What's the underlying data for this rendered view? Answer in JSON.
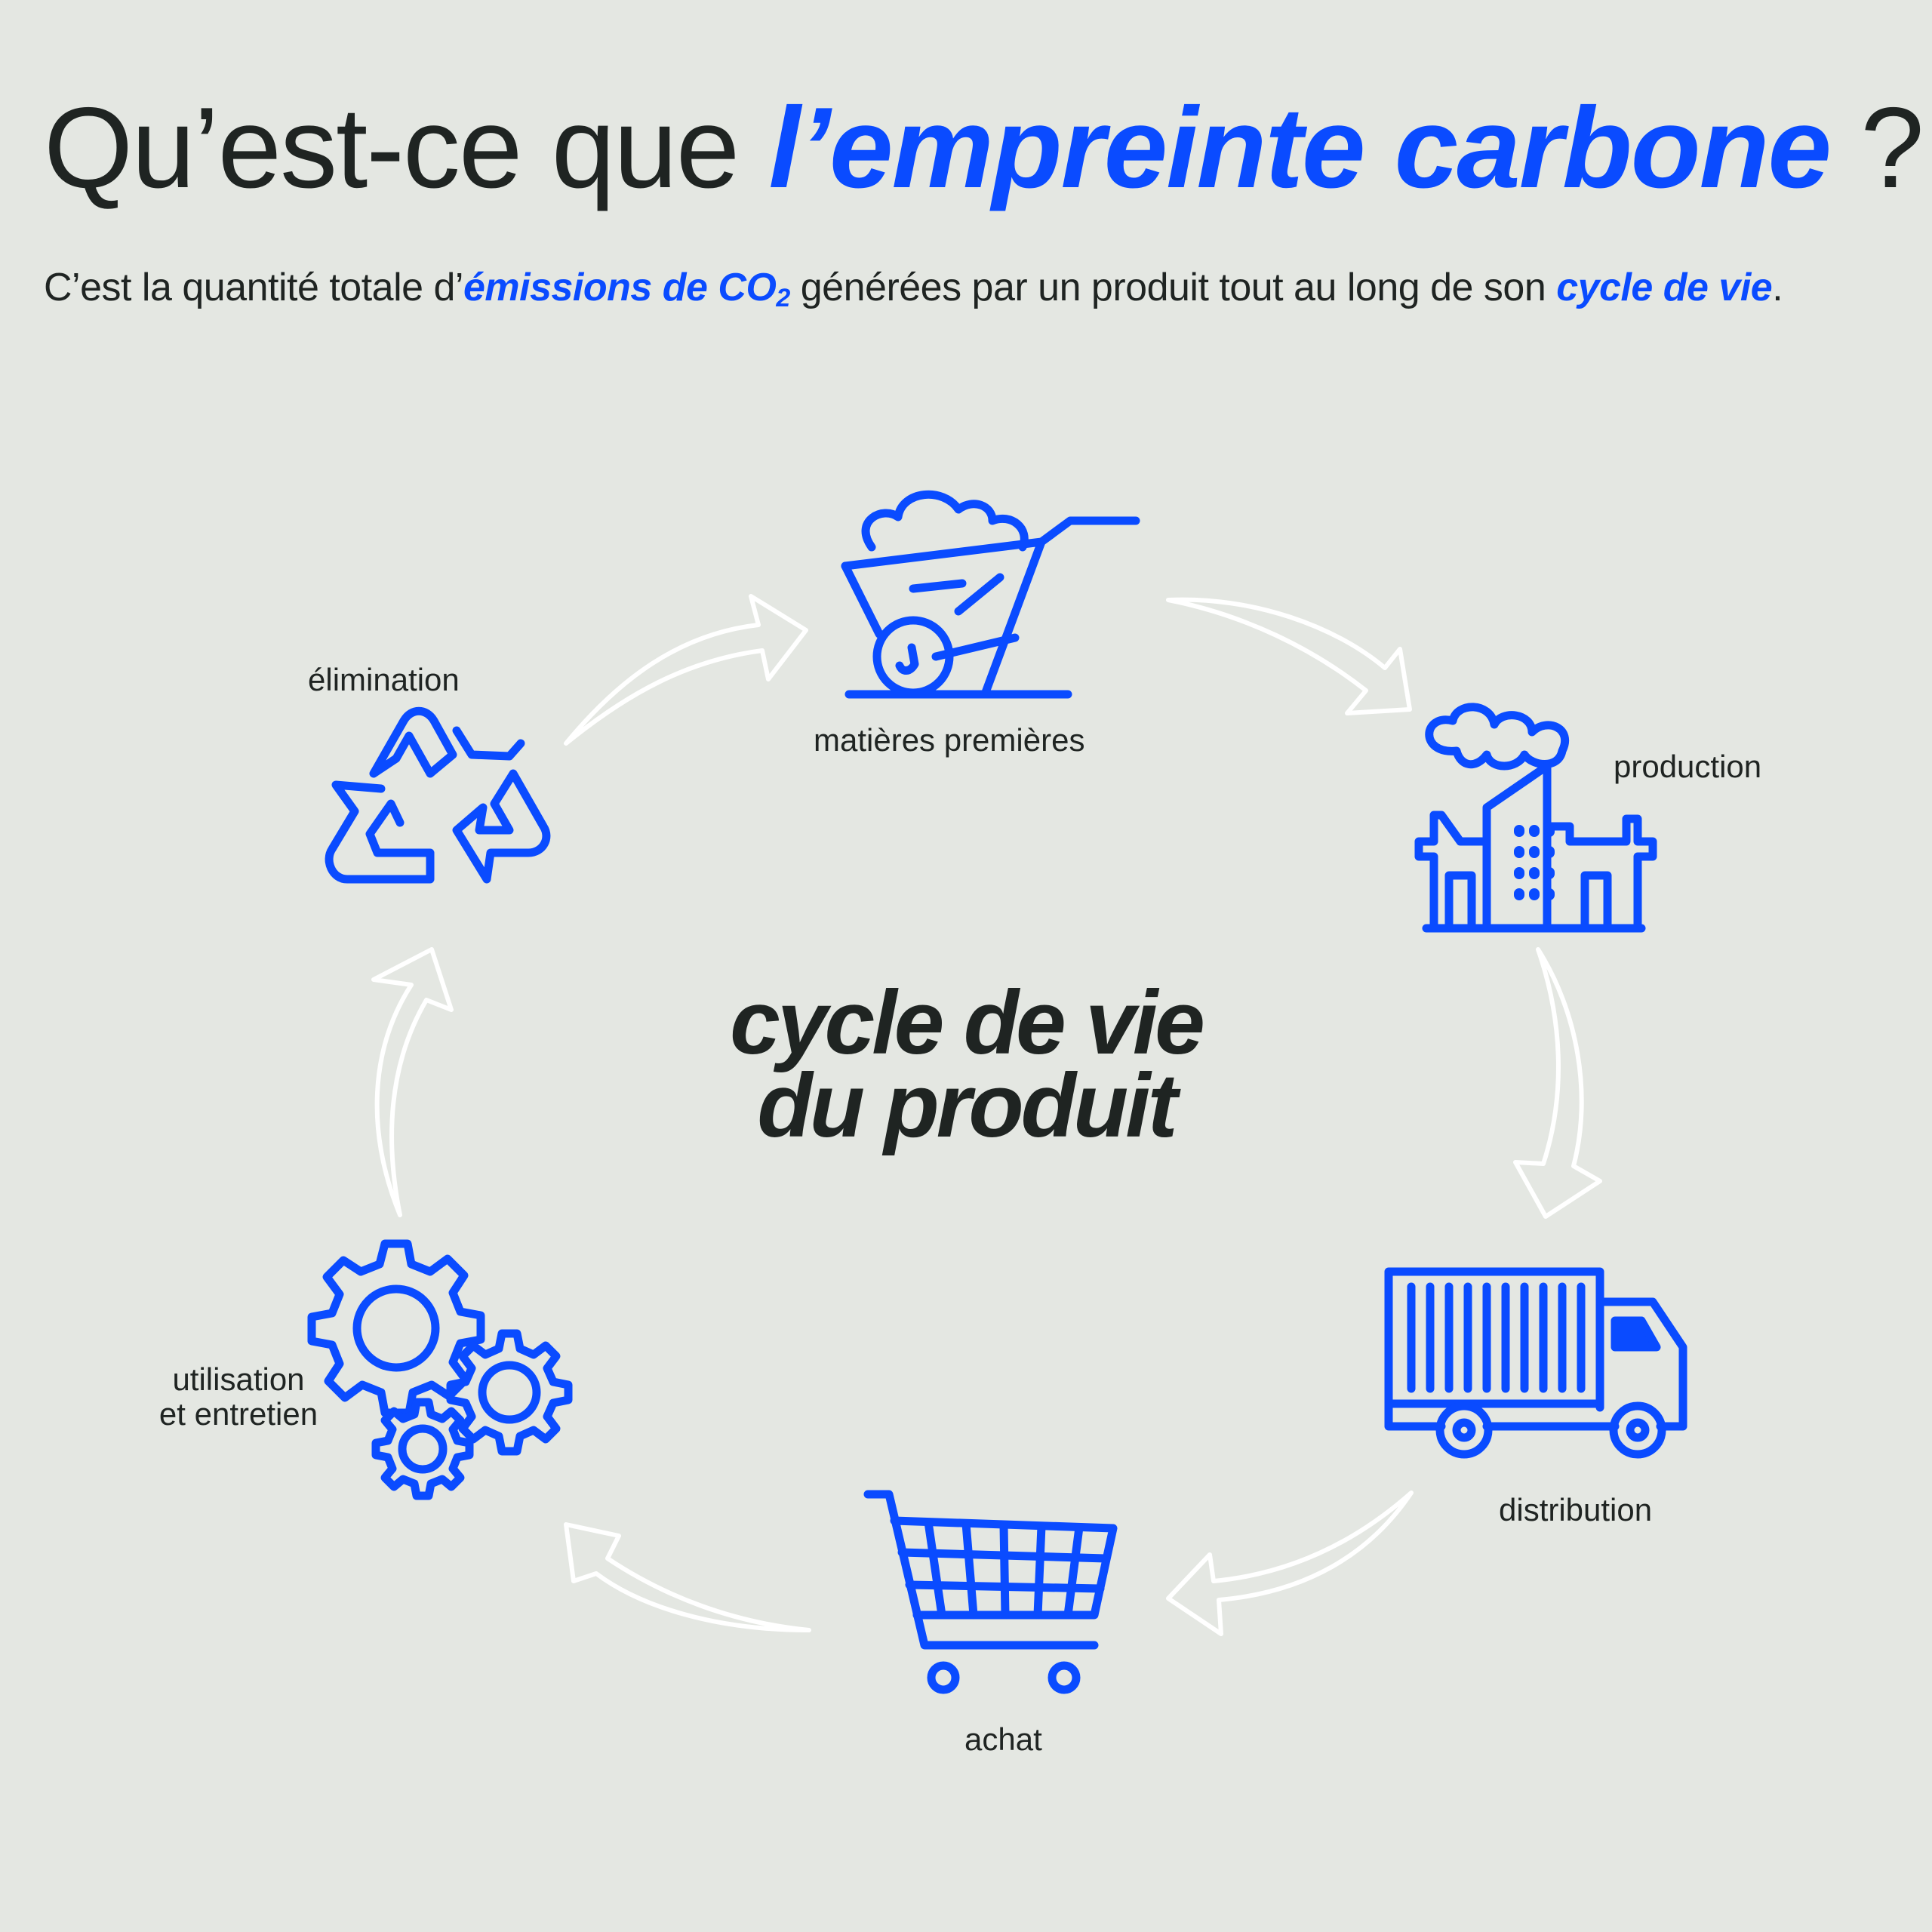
{
  "title": {
    "before": "Qu’est-ce que ",
    "accent": "l’empreinte carbone",
    "after": " ?"
  },
  "subtitle": {
    "part1": "C’est la quantité totale d’",
    "accent1": "émissions de CO",
    "accent1_sub": "2",
    "part2": " générées par un produit tout au long de son ",
    "accent2": "cycle de vie",
    "part3": "."
  },
  "center": {
    "line1": "cycle de vie",
    "line2": "du produit"
  },
  "stages": [
    {
      "label": "matières premières",
      "icon": "wheelbarrow-icon"
    },
    {
      "label": "production",
      "icon": "factory-icon"
    },
    {
      "label": "distribution",
      "icon": "truck-icon"
    },
    {
      "label": "achat",
      "icon": "shopping-cart-icon"
    },
    {
      "label_line1": "utilisation",
      "label_line2": "et entretien",
      "icon": "gears-icon"
    },
    {
      "label": "élimination",
      "icon": "recycle-icon"
    }
  ],
  "colors": {
    "accent": "#0a4bff",
    "text": "#1f2422",
    "background": "#e4e7e2",
    "arrow": "#ffffff"
  }
}
